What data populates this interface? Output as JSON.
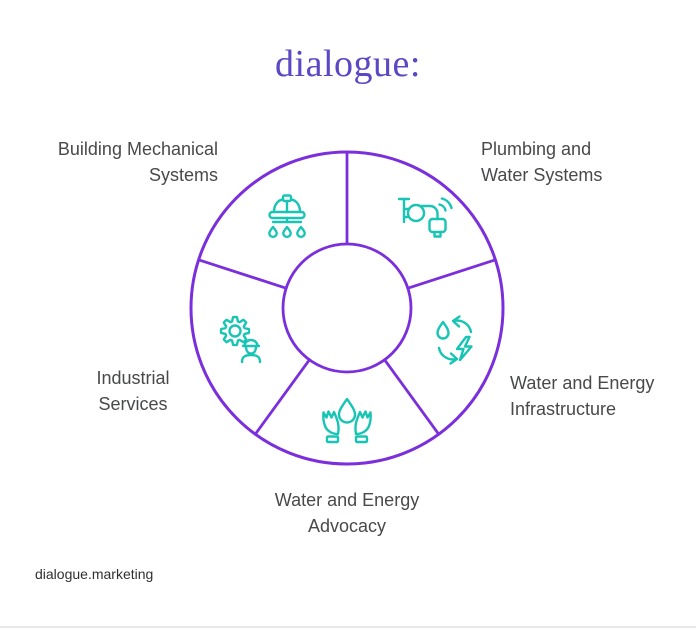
{
  "logo": {
    "text": "dialogue:"
  },
  "colors": {
    "ring_purple": "#7b2fdc",
    "icon_teal": "#18c5b4",
    "label_gray": "#48494b",
    "logo_purple": "#5b48c5",
    "background": "#ffffff"
  },
  "wheel": {
    "type": "five-segment-donut",
    "segments": [
      {
        "id": "building-mechanical",
        "label": "Building Mechanical Systems",
        "icon": "hard-hat-icon",
        "position": "top-left"
      },
      {
        "id": "plumbing-water",
        "label": "Plumbing and Water Systems",
        "icon": "faucet-icon",
        "position": "top-right"
      },
      {
        "id": "water-energy-infrastructure",
        "label": "Water and Energy Infrastructure",
        "icon": "water-energy-cycle-icon",
        "position": "right"
      },
      {
        "id": "water-energy-advocacy",
        "label": "Water and Energy Advocacy",
        "icon": "hands-holding-drop-icon",
        "position": "bottom"
      },
      {
        "id": "industrial-services",
        "label": "Industrial Services",
        "icon": "gear-worker-icon",
        "position": "left"
      }
    ]
  },
  "footer": {
    "text": "dialogue.marketing"
  }
}
